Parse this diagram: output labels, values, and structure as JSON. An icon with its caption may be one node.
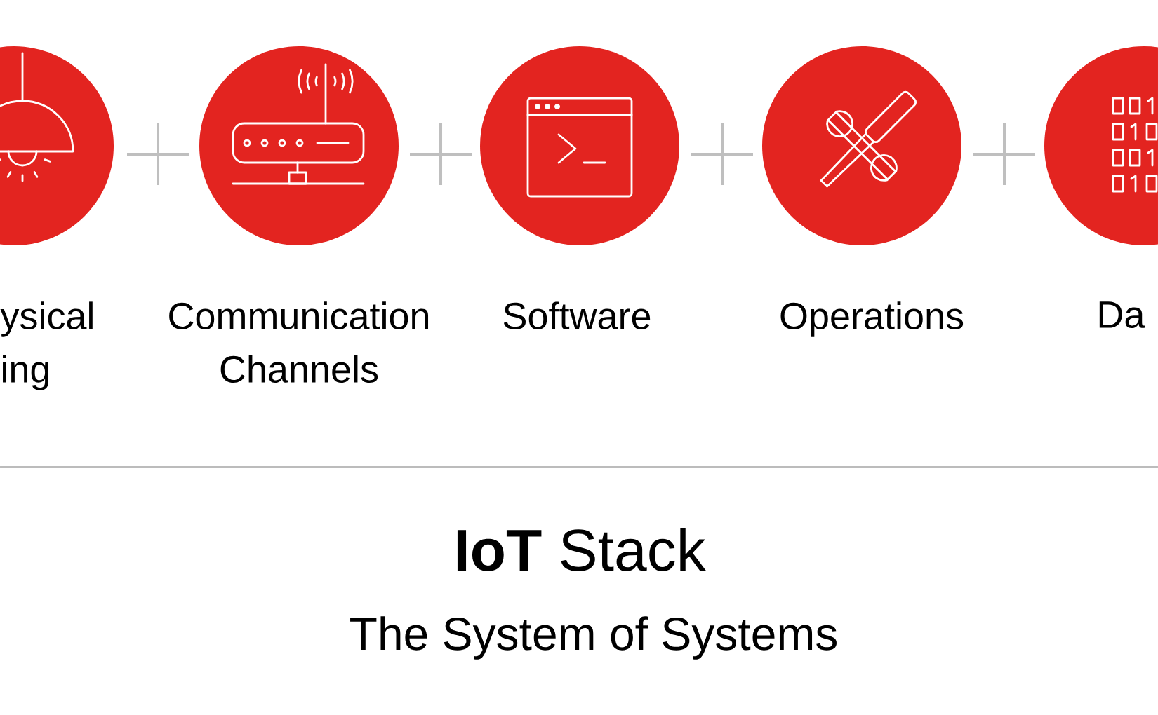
{
  "diagram": {
    "title": "**IoT** Stack",
    "caption": "The System of Systems",
    "nodes": [
      {
        "text": [
          "ysical ing"
        ]
      },
      {
        "text": [
          "Communication Channels"
        ]
      },
      {
        "text": [
          "Software"
        ]
      },
      {
        "text": [
          "Operations"
        ]
      },
      {
        "text": [
          "Da"
        ]
      }
    ]
  }
}
